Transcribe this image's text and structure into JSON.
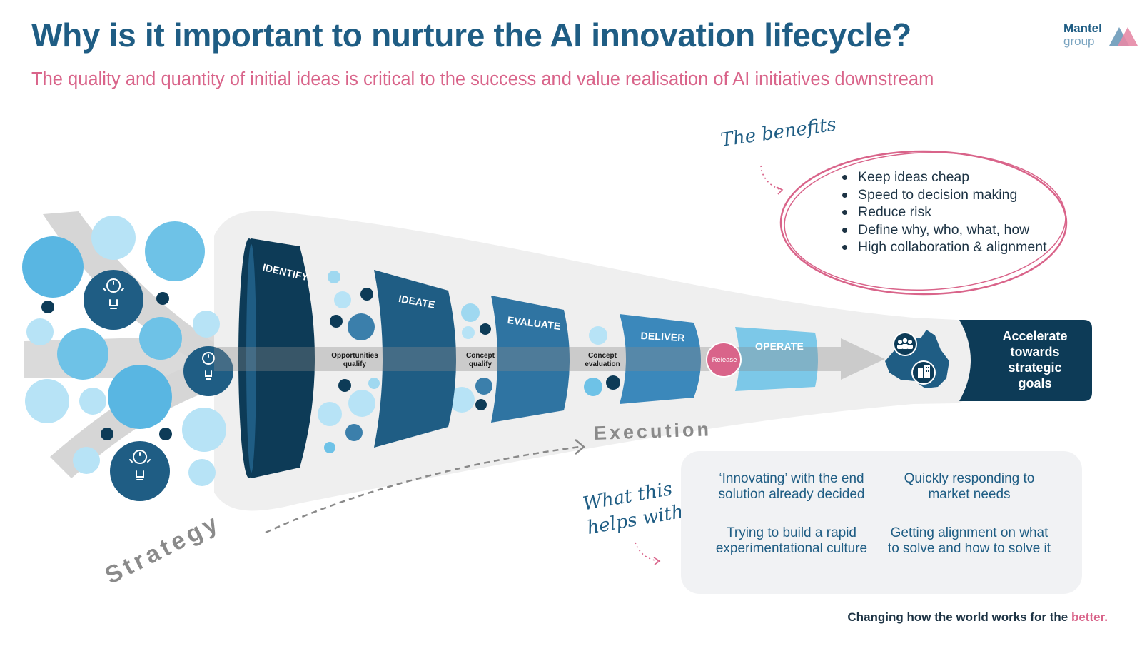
{
  "header": {
    "title": "Why is it important to nurture the AI innovation lifecycle?",
    "subtitle": "The quality and quantity of initial ideas is critical to the success and value realisation of AI initiatives downstream"
  },
  "logo": {
    "line1": "Mantel",
    "line2": "group"
  },
  "benefits": {
    "heading": "The benefits",
    "items": [
      "Keep ideas cheap",
      "Speed to decision making",
      "Reduce risk",
      "Define why, who, what, how",
      "High collaboration & alignment"
    ]
  },
  "funnel": {
    "stages": [
      "IDENTIFY",
      "IDEATE",
      "EVALUATE",
      "DELIVER",
      "OPERATE"
    ],
    "gates": [
      {
        "line1": "Opportunities",
        "line2": "qualify"
      },
      {
        "line1": "Concept",
        "line2": "qualify"
      },
      {
        "line1": "Concept",
        "line2": "evaluation"
      }
    ],
    "release": "Release",
    "goal": [
      "Accelerate",
      "towards",
      "strategic",
      "goals"
    ]
  },
  "axis": {
    "execution": "Execution",
    "strategy": "Strategy"
  },
  "helps": {
    "heading": [
      "What this",
      "helps with"
    ],
    "items": [
      "‘Innovating’ with the end solution already decided",
      "Quickly responding to market needs",
      "Trying to build a rapid experimentational culture",
      "Getting alignment on what to solve and how to solve it"
    ]
  },
  "footer": {
    "text": "Changing how the world works for the ",
    "accent": "better."
  },
  "colors": {
    "title": "#1f5d84",
    "accent_pink": "#d9648a",
    "navy": "#0d3b57",
    "blue_dark": "#1f5d84",
    "blue_mid": "#3b7fab",
    "blue_light": "#7cc8e8",
    "grey_band": "#eeeeee"
  },
  "icons": [
    "lightbulb-icon",
    "australia-map-icon",
    "people-icon",
    "building-icon",
    "dotted-arrow-icon"
  ]
}
